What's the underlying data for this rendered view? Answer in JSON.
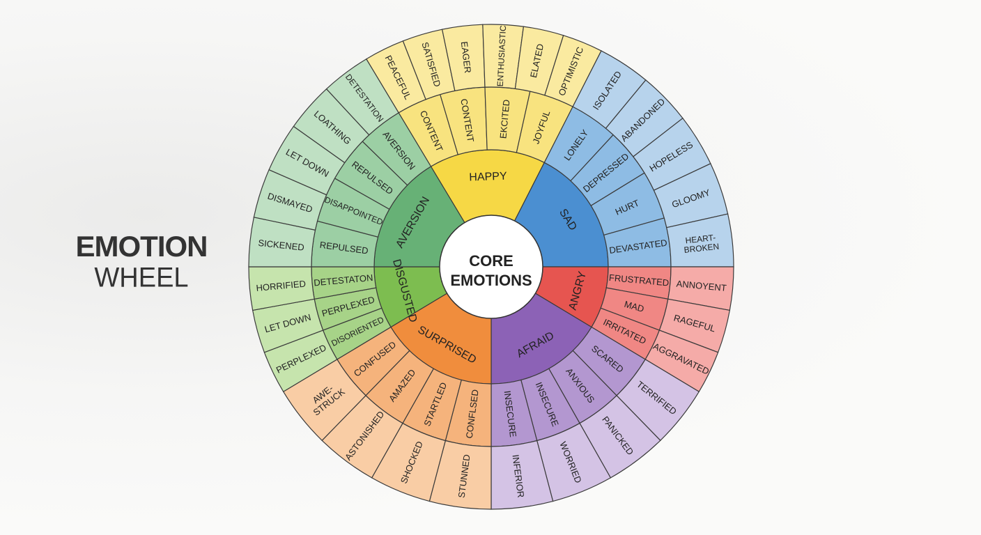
{
  "title": {
    "line1": "EMOTION",
    "line2": "WHEEL"
  },
  "center": {
    "line1": "CORE",
    "line2": "EMOTIONS"
  },
  "sectors": [
    {
      "core": "HAPPY",
      "colors": [
        "#f6d845",
        "#f8e37f",
        "#faeaa0"
      ],
      "middle": [
        "CONTENT",
        "CONTENT",
        "EKCITED",
        "JOYFUL"
      ],
      "outer": [
        "PEACEFUL",
        "SATISFIED",
        "EAGER",
        "ENTHUSIASTIC",
        "ELATED",
        "OPTIMISTIC"
      ]
    },
    {
      "core": "SAD",
      "colors": [
        "#4b8fd1",
        "#8ebce4",
        "#b7d3ec"
      ],
      "middle": [
        "LONELY",
        "DEPRESSED",
        "HURT",
        "DEVASTATED"
      ],
      "outer": [
        "ISOLATED",
        "ABANDONED",
        "HOPELESS",
        "GLOOMY",
        "HEART-BROKEN"
      ]
    },
    {
      "core": "ANGRY",
      "colors": [
        "#e65550",
        "#f08784",
        "#f5aba8"
      ],
      "middle": [
        "FRUSTRATED",
        "MAD",
        "IRRITATED"
      ],
      "outer": [
        "ANNOYENT",
        "RAGEFUL",
        "AGGRAVATED"
      ]
    },
    {
      "core": "AFRAID",
      "colors": [
        "#8c62b6",
        "#b397d0",
        "#d4c3e5"
      ],
      "middle": [
        "SCARED",
        "ANXIOUS",
        "INSECURE",
        "INSECURE"
      ],
      "outer": [
        "TERRIFIED",
        "PANICKED",
        "WORRIED",
        "INFERIOR"
      ]
    },
    {
      "core": "SURPRISED",
      "colors": [
        "#f08d3d",
        "#f5b37c",
        "#f9cda5"
      ],
      "middle": [
        "CONFLSED",
        "STARTLED",
        "AMAZED",
        "CONFUSED"
      ],
      "outer": [
        "STUNNED",
        "SHOCKED",
        "ASTONISHED",
        "AWE-STRUCK"
      ]
    },
    {
      "core": "DISGUSTED",
      "colors": [
        "#7dbd50",
        "#a7d388",
        "#c6e4ad"
      ],
      "middle": [
        "DISORIENTED",
        "PERPLEXED",
        "DETESTATON"
      ],
      "outer": [
        "PERPLEXED",
        "LET DOWN",
        "HORRIFIED"
      ]
    },
    {
      "core": "AVERSION",
      "colors": [
        "#67b176",
        "#9ccfa4",
        "#bfe0c3"
      ],
      "middle": [
        "REPULSED",
        "DISAPPOINTED",
        "REPULSED",
        "AVERSION"
      ],
      "outer": [
        "SICKENED",
        "DISMAYED",
        "LET DOWN",
        "LOATHING",
        "DETESTATION"
      ]
    }
  ]
}
